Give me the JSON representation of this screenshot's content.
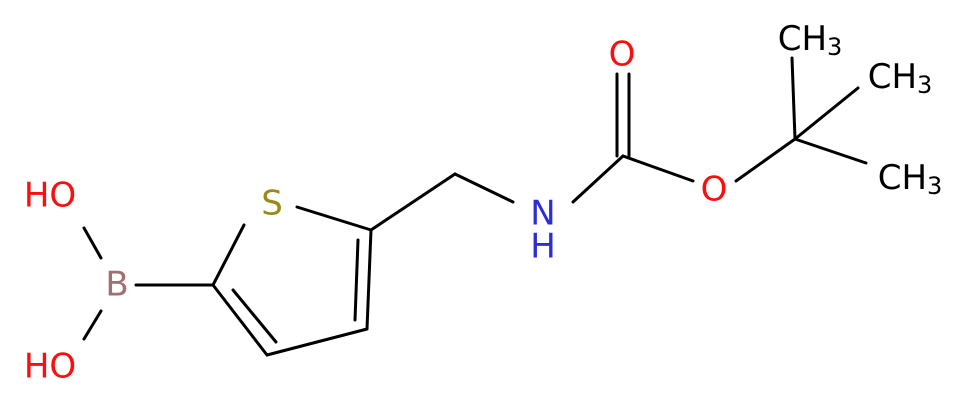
{
  "molecule": {
    "atoms": {
      "oh_top": "HO",
      "oh_bottom": "HO",
      "boron": "B",
      "sulfur": "S",
      "nitrogen": "N",
      "nitrogen_h": "H",
      "carbonyl_o": "O",
      "ester_o": "O",
      "methyl_1": "CH",
      "methyl_1_sub": "3",
      "methyl_2": "CH",
      "methyl_2_sub": "3",
      "methyl_3": "CH",
      "methyl_3_sub": "3"
    }
  },
  "colors": {
    "bond": "#000000",
    "oxygen": "#ff0d0d",
    "sulfur": "#9a8a1a",
    "boron": "#a07070",
    "nitrogen": "#2d2dd6",
    "carbon": "#000000"
  }
}
